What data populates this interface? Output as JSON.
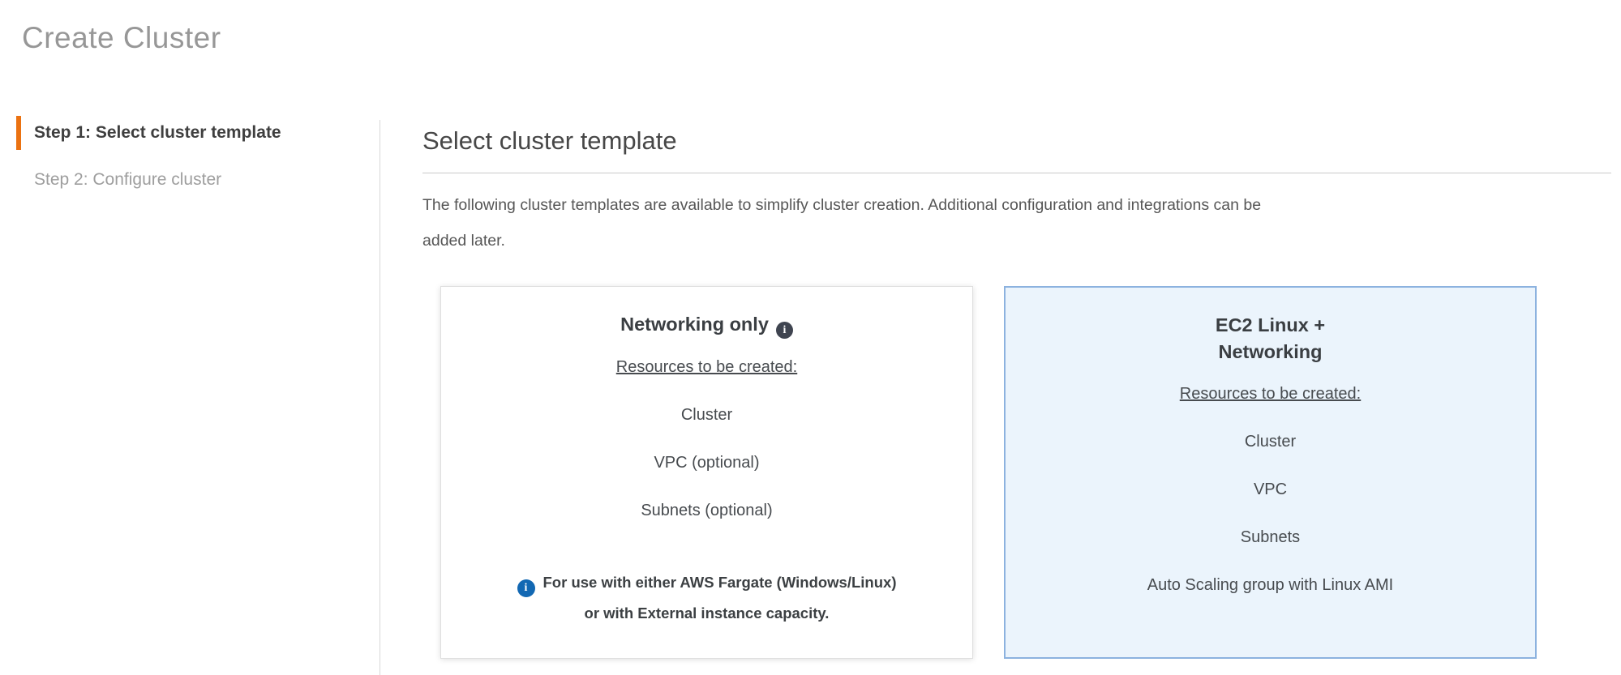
{
  "page": {
    "title": "Create Cluster"
  },
  "sidebar": {
    "steps": [
      {
        "label": "Step 1: Select cluster template",
        "active": true
      },
      {
        "label": "Step 2: Configure cluster",
        "active": false
      }
    ]
  },
  "main": {
    "heading": "Select cluster template",
    "description_lines": [
      "The following cluster templates are available to simplify cluster creation. Additional configuration and integrations can be",
      "added later."
    ]
  },
  "cards": [
    {
      "title": "Networking only",
      "has_title_info_icon": true,
      "resources_label": "Resources to be created:",
      "resources": [
        "Cluster",
        "VPC (optional)",
        "Subnets (optional)"
      ],
      "note_lines": [
        "For use with either AWS Fargate (Windows/Linux)",
        "or with External instance capacity."
      ],
      "selected": false
    },
    {
      "title_lines": [
        "EC2 Linux +",
        "Networking"
      ],
      "resources_label": "Resources to be created:",
      "resources": [
        "Cluster",
        "VPC",
        "Subnets",
        "Auto Scaling group with Linux AMI"
      ],
      "selected": true
    }
  ],
  "icons": {
    "info_glyph": "i"
  },
  "colors": {
    "accent_orange": "#EB7211",
    "selected_card_bg": "#EBF4FC",
    "selected_card_border": "#8CB2DF",
    "info_icon_blue": "#1268B3",
    "info_icon_dark": "#3F4450"
  }
}
